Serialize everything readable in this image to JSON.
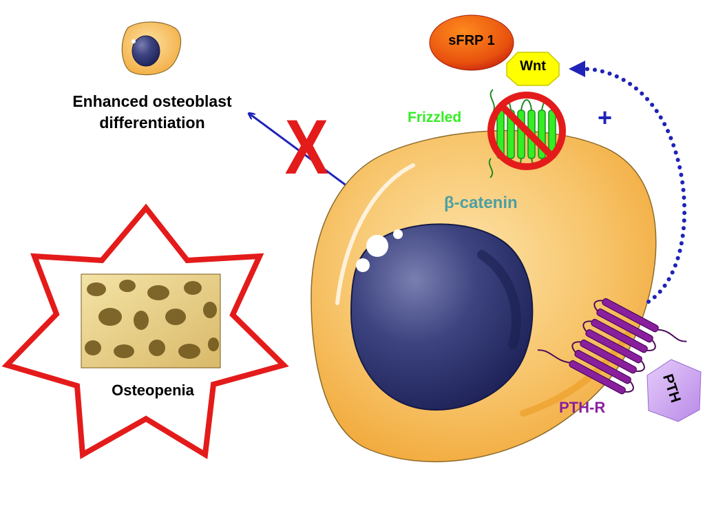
{
  "labels": {
    "title_line1": "Enhanced osteoblast",
    "title_line2": "differentiation",
    "osteopenia": "Osteopenia",
    "frizzled": "Frizzled",
    "beta_catenin": "β-catenin",
    "pth_r": "PTH-R",
    "plus": "+",
    "sfrp1": "sFRP 1",
    "wnt": "Wnt",
    "pth": "PTH",
    "x_mark": "X"
  },
  "colors": {
    "cell_body": "#f7c46a",
    "nucleus": "#3a3f78",
    "star_outline": "#e41b1b",
    "inhibit_red": "#e41b1b",
    "arrow_blue": "#1f23b8",
    "frizzled_green": "#33ee22",
    "beta_catenin_teal": "#4d9fa3",
    "pth_r_purple": "#8a1f9e",
    "wnt_yellow": "#ffff00",
    "sfrp_orange": "#e8520e",
    "pth_lavender": "#cfa3f0"
  },
  "icons": [
    "osteoblast-cell-icon",
    "bone-texture-icon",
    "no-symbol-icon",
    "receptor-icon"
  ]
}
